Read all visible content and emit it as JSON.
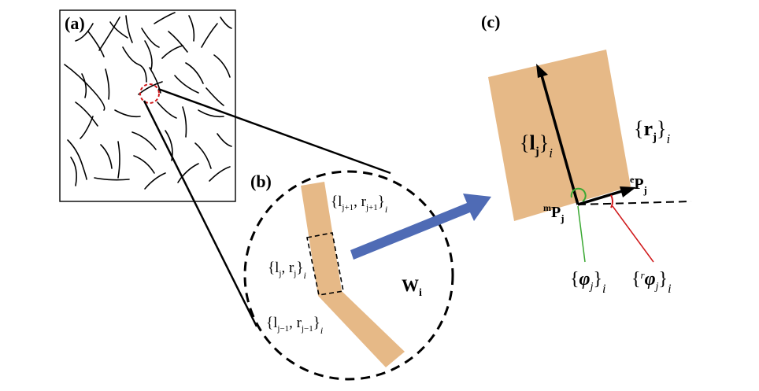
{
  "panels": {
    "a": "(a)",
    "b": "(b)",
    "c": "(c)"
  },
  "labels": {
    "window": {
      "base": "W",
      "sub": "i"
    },
    "seg_next": {
      "open": "{",
      "l": "l",
      "l_sub": "j+1",
      "sep": ", ",
      "r": "r",
      "r_sub": "j+1",
      "close": "}",
      "outer_sub": "i"
    },
    "seg_cur": {
      "open": "{",
      "l": "l",
      "l_sub": "j",
      "sep": ", ",
      "r": "r",
      "r_sub": "j",
      "close": "}",
      "outer_sub": "i"
    },
    "seg_prev": {
      "open": "{",
      "l": "l",
      "l_sub": "j−1",
      "sep": ", ",
      "r": "r",
      "r_sub": "j−1",
      "close": "}",
      "outer_sub": "i"
    },
    "length": {
      "open": "{",
      "base": "l",
      "sub": "j",
      "close": "}",
      "outer_sub": "i"
    },
    "radius": {
      "open": "{",
      "base": "r",
      "sub": "j",
      "close": "}",
      "outer_sub": "i"
    },
    "end_point": {
      "sup": "e",
      "base": "P",
      "sub": "j"
    },
    "mid_point": {
      "sup": "m",
      "base": "P",
      "sub": "j"
    },
    "phi": {
      "open": "{",
      "base": "φ",
      "sub": "j",
      "close": "}",
      "outer_sub": "i"
    },
    "rphi": {
      "open": "{",
      "sup": "r",
      "base": "φ",
      "sub": "j",
      "close": "}",
      "outer_sub": "i"
    }
  },
  "colors": {
    "segment_fill": "#e6b987",
    "arrow_fill": "#4f6bb5",
    "zoom_circle": "#d0191b",
    "phi_arc": "#3aa832",
    "rphi_line": "#d0191b"
  }
}
